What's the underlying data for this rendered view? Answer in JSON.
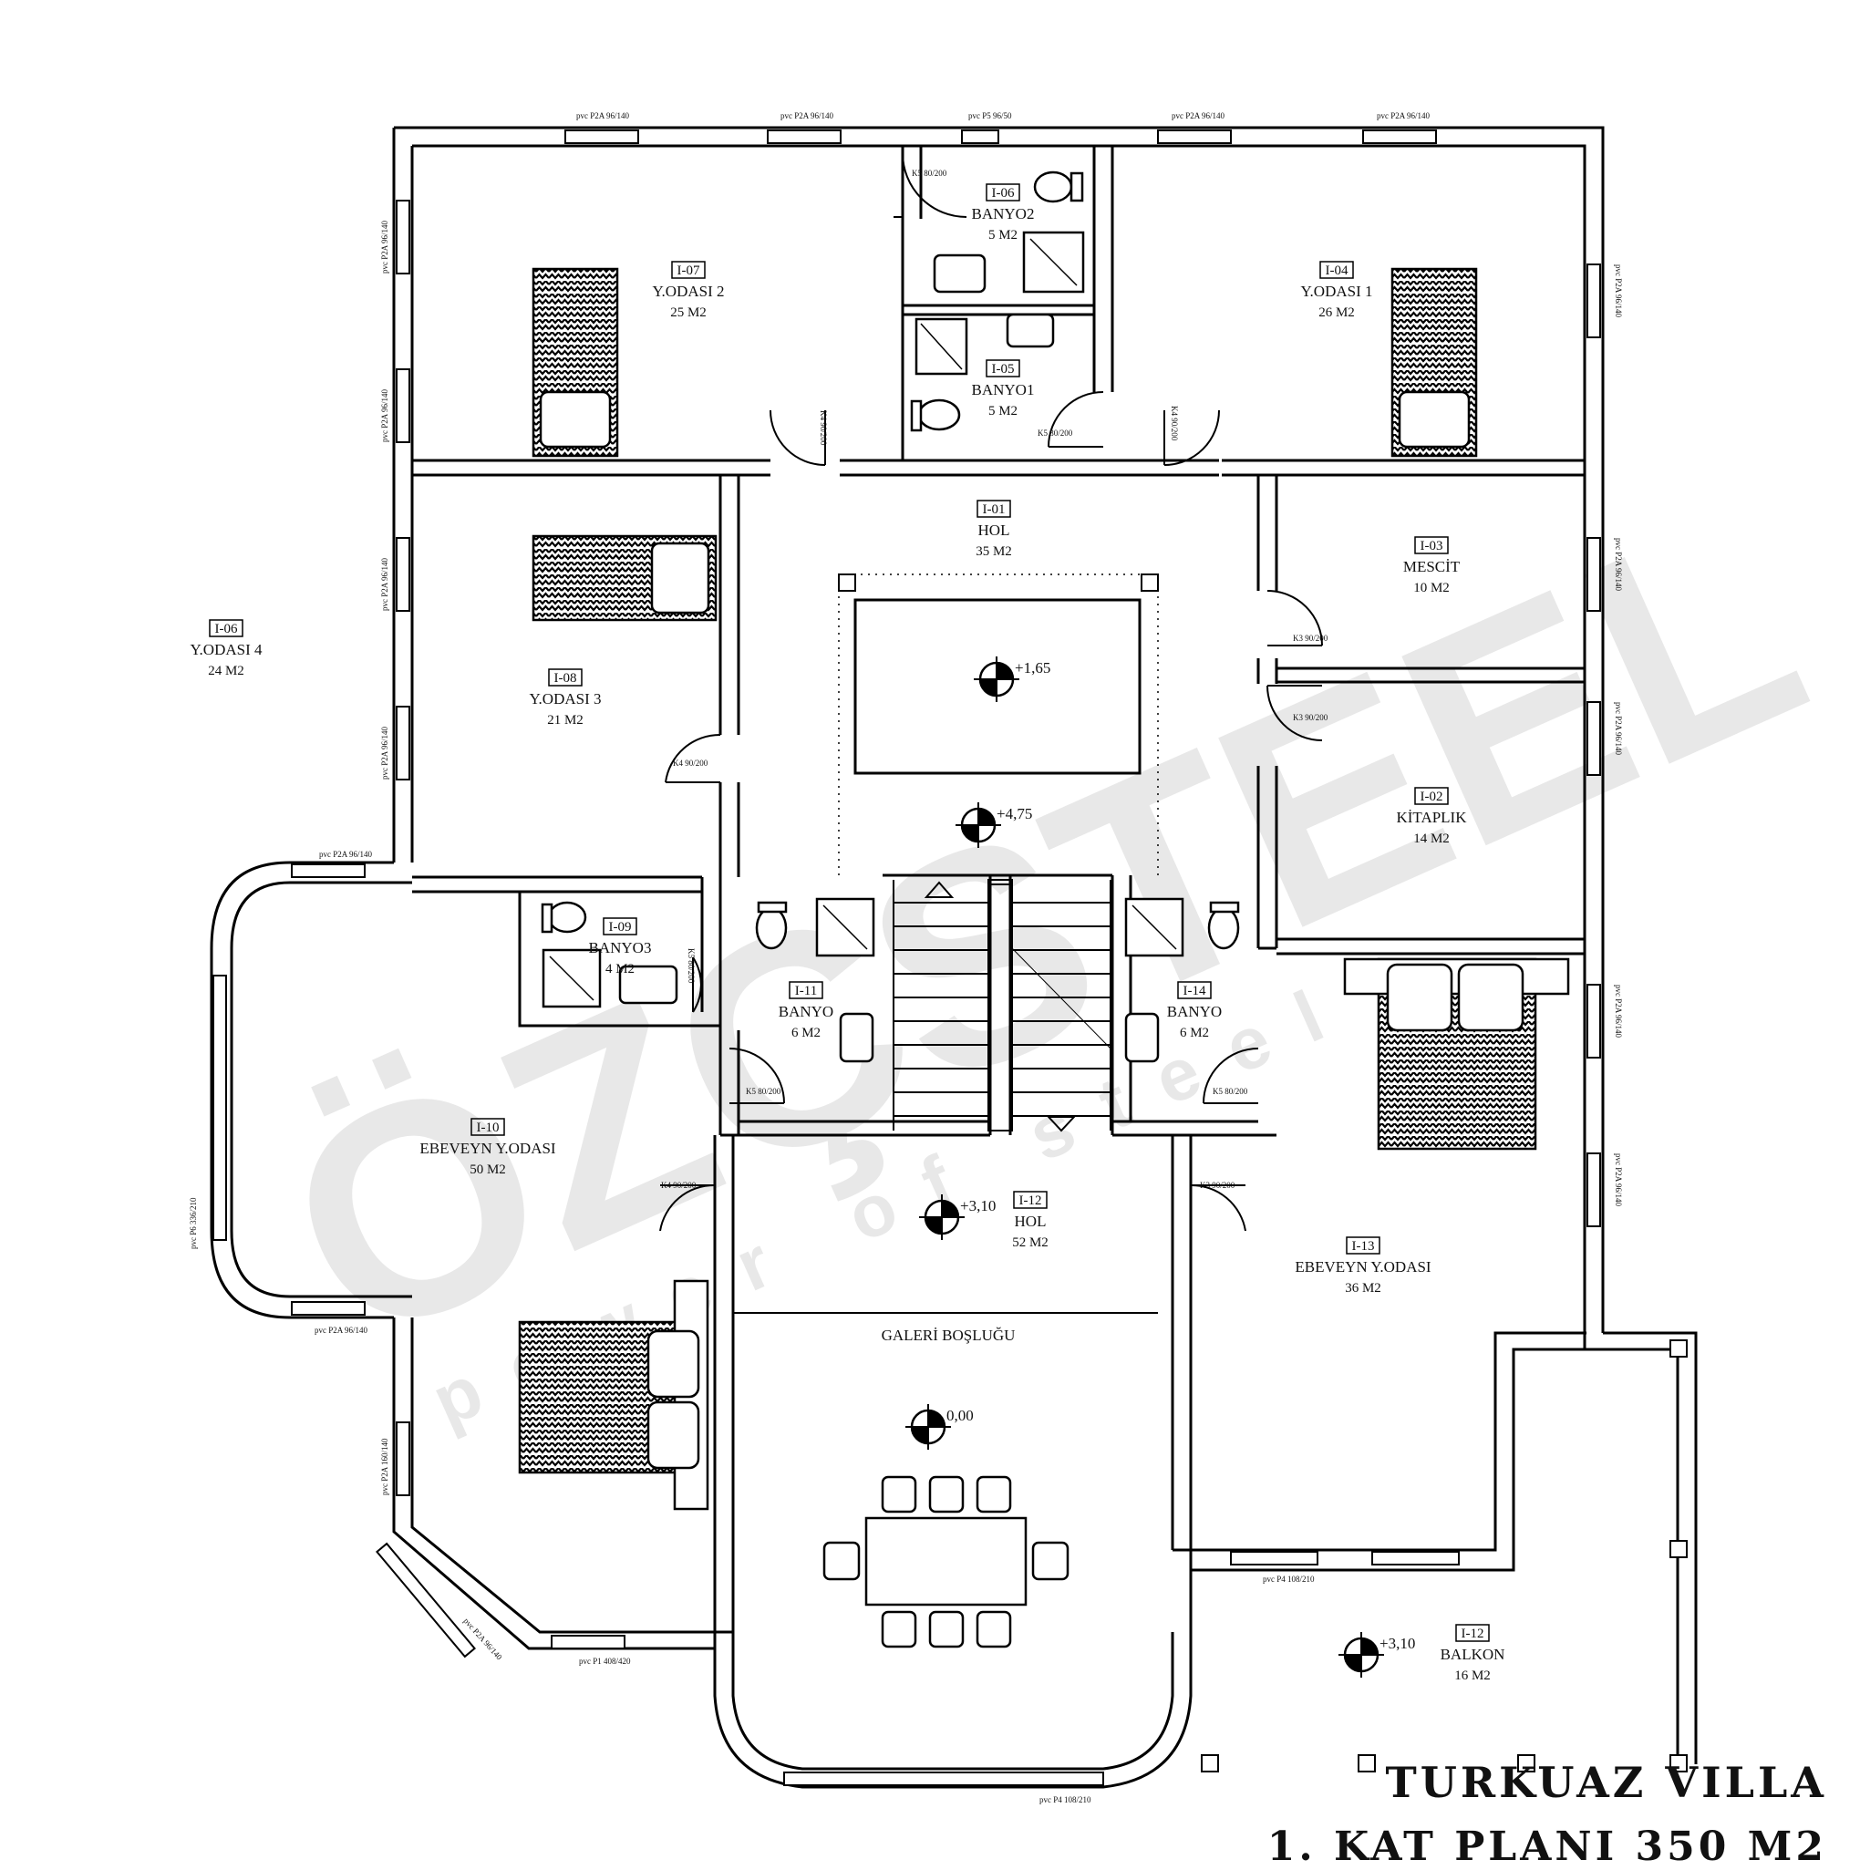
{
  "title": {
    "line1": "TURKUAZ VILLA",
    "line2": "1. KAT PLANI 350 M2"
  },
  "watermark": {
    "brand": "ÖZÇSTEEL",
    "tagline": "power of steel"
  },
  "rooms": [
    {
      "id": "I-07",
      "name": "Y.ODASI 2",
      "area": "25 M2"
    },
    {
      "id": "I-06",
      "name": "BANYO2",
      "area": "5 M2"
    },
    {
      "id": "I-05",
      "name": "BANYO1",
      "area": "5 M2"
    },
    {
      "id": "I-04",
      "name": "Y.ODASI 1",
      "area": "26 M2"
    },
    {
      "id": "I-01",
      "name": "HOL",
      "area": "35 M2"
    },
    {
      "id": "I-03",
      "name": "MESCİT",
      "area": "10 M2"
    },
    {
      "id": "I-06",
      "name": "Y.ODASI 4",
      "area": "24 M2"
    },
    {
      "id": "I-08",
      "name": "Y.ODASI 3",
      "area": "21 M2"
    },
    {
      "id": "I-02",
      "name": "KİTAPLIK",
      "area": "14 M2"
    },
    {
      "id": "I-09",
      "name": "BANYO3",
      "area": "4 M2"
    },
    {
      "id": "I-11",
      "name": "BANYO",
      "area": "6 M2"
    },
    {
      "id": "I-14",
      "name": "BANYO",
      "area": "6 M2"
    },
    {
      "id": "I-10",
      "name": "EBEVEYN Y.ODASI",
      "area": "50 M2"
    },
    {
      "id": "I-12",
      "name": "HOL",
      "area": "52 M2"
    },
    {
      "id": "I-13",
      "name": "EBEVEYN Y.ODASI",
      "area": "36 M2"
    },
    {
      "id": "I-12",
      "name": "BALKON",
      "area": "16 M2"
    }
  ],
  "space_labels": {
    "gallery": "GALERİ BOŞLUĞU"
  },
  "levels": [
    "+1,65",
    "+4,75",
    "+3,10",
    "0,00",
    "+3,10"
  ],
  "windows": [
    "pvc P2A 96/140",
    "pvc P2A 96/140",
    "pvc P5 96/50",
    "pvc P2A 96/140",
    "pvc P2A 96/140",
    "pvc P2A 96/140",
    "pvc P2A 96/140",
    "pvc P2A 96/140",
    "pvc P2A 96/140",
    "pvc P2A 96/140",
    "pvc P2A 96/140",
    "pvc P2A 96/140",
    "pvc P2A 96/140",
    "pvc P2A 96/140",
    "pvc P6 336/210",
    "pvc P2A 96/140",
    "pvc P2A 96/140",
    "pvc P2A 160/140",
    "pvc P2A 96/140",
    "pvc P1 408/420",
    "pvc P4 108/210",
    "pvc P4 108/210"
  ],
  "doors": [
    "K5 80/200",
    "K4 90/200",
    "K5 80/200",
    "K4 90/200",
    "K3 90/200",
    "K3 90/200",
    "K4 90/200",
    "K5 80/200",
    "K5 80/200",
    "K5 80/200",
    "K4 90/200",
    "K3 90/200"
  ]
}
